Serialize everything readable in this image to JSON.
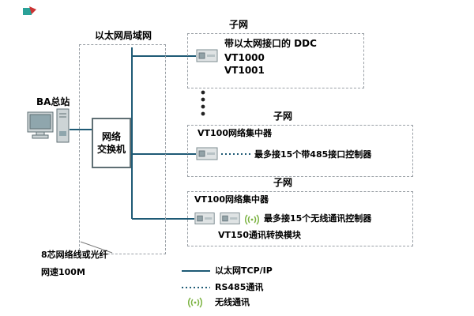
{
  "lan": {
    "title": "以太网局域网",
    "switch_line1": "网络",
    "switch_line2": "交换机"
  },
  "station": {
    "label": "BA总站"
  },
  "subnet1": {
    "title": "子网",
    "line1": "带以太网接口的 DDC",
    "line2": "VT1000",
    "line3": "VT1001"
  },
  "subnet2": {
    "title": "子网",
    "device": "VT100网络集中器",
    "note": "最多接15个带485接口控制器"
  },
  "subnet3": {
    "title": "子网",
    "device": "VT100网络集中器",
    "note": "最多接15个无线通讯控制器",
    "module": "VT150通讯转换模块"
  },
  "cable": {
    "line1": "8芯网络线或光纤",
    "line2": "网速100M"
  },
  "legend": {
    "ethernet": "以太网TCP/IP",
    "rs485": "RS485通讯",
    "wireless": "无线通讯"
  },
  "colors": {
    "wire": "#1e5a75",
    "wireless": "#7cb342",
    "dash_border": "#9aa0a6"
  }
}
